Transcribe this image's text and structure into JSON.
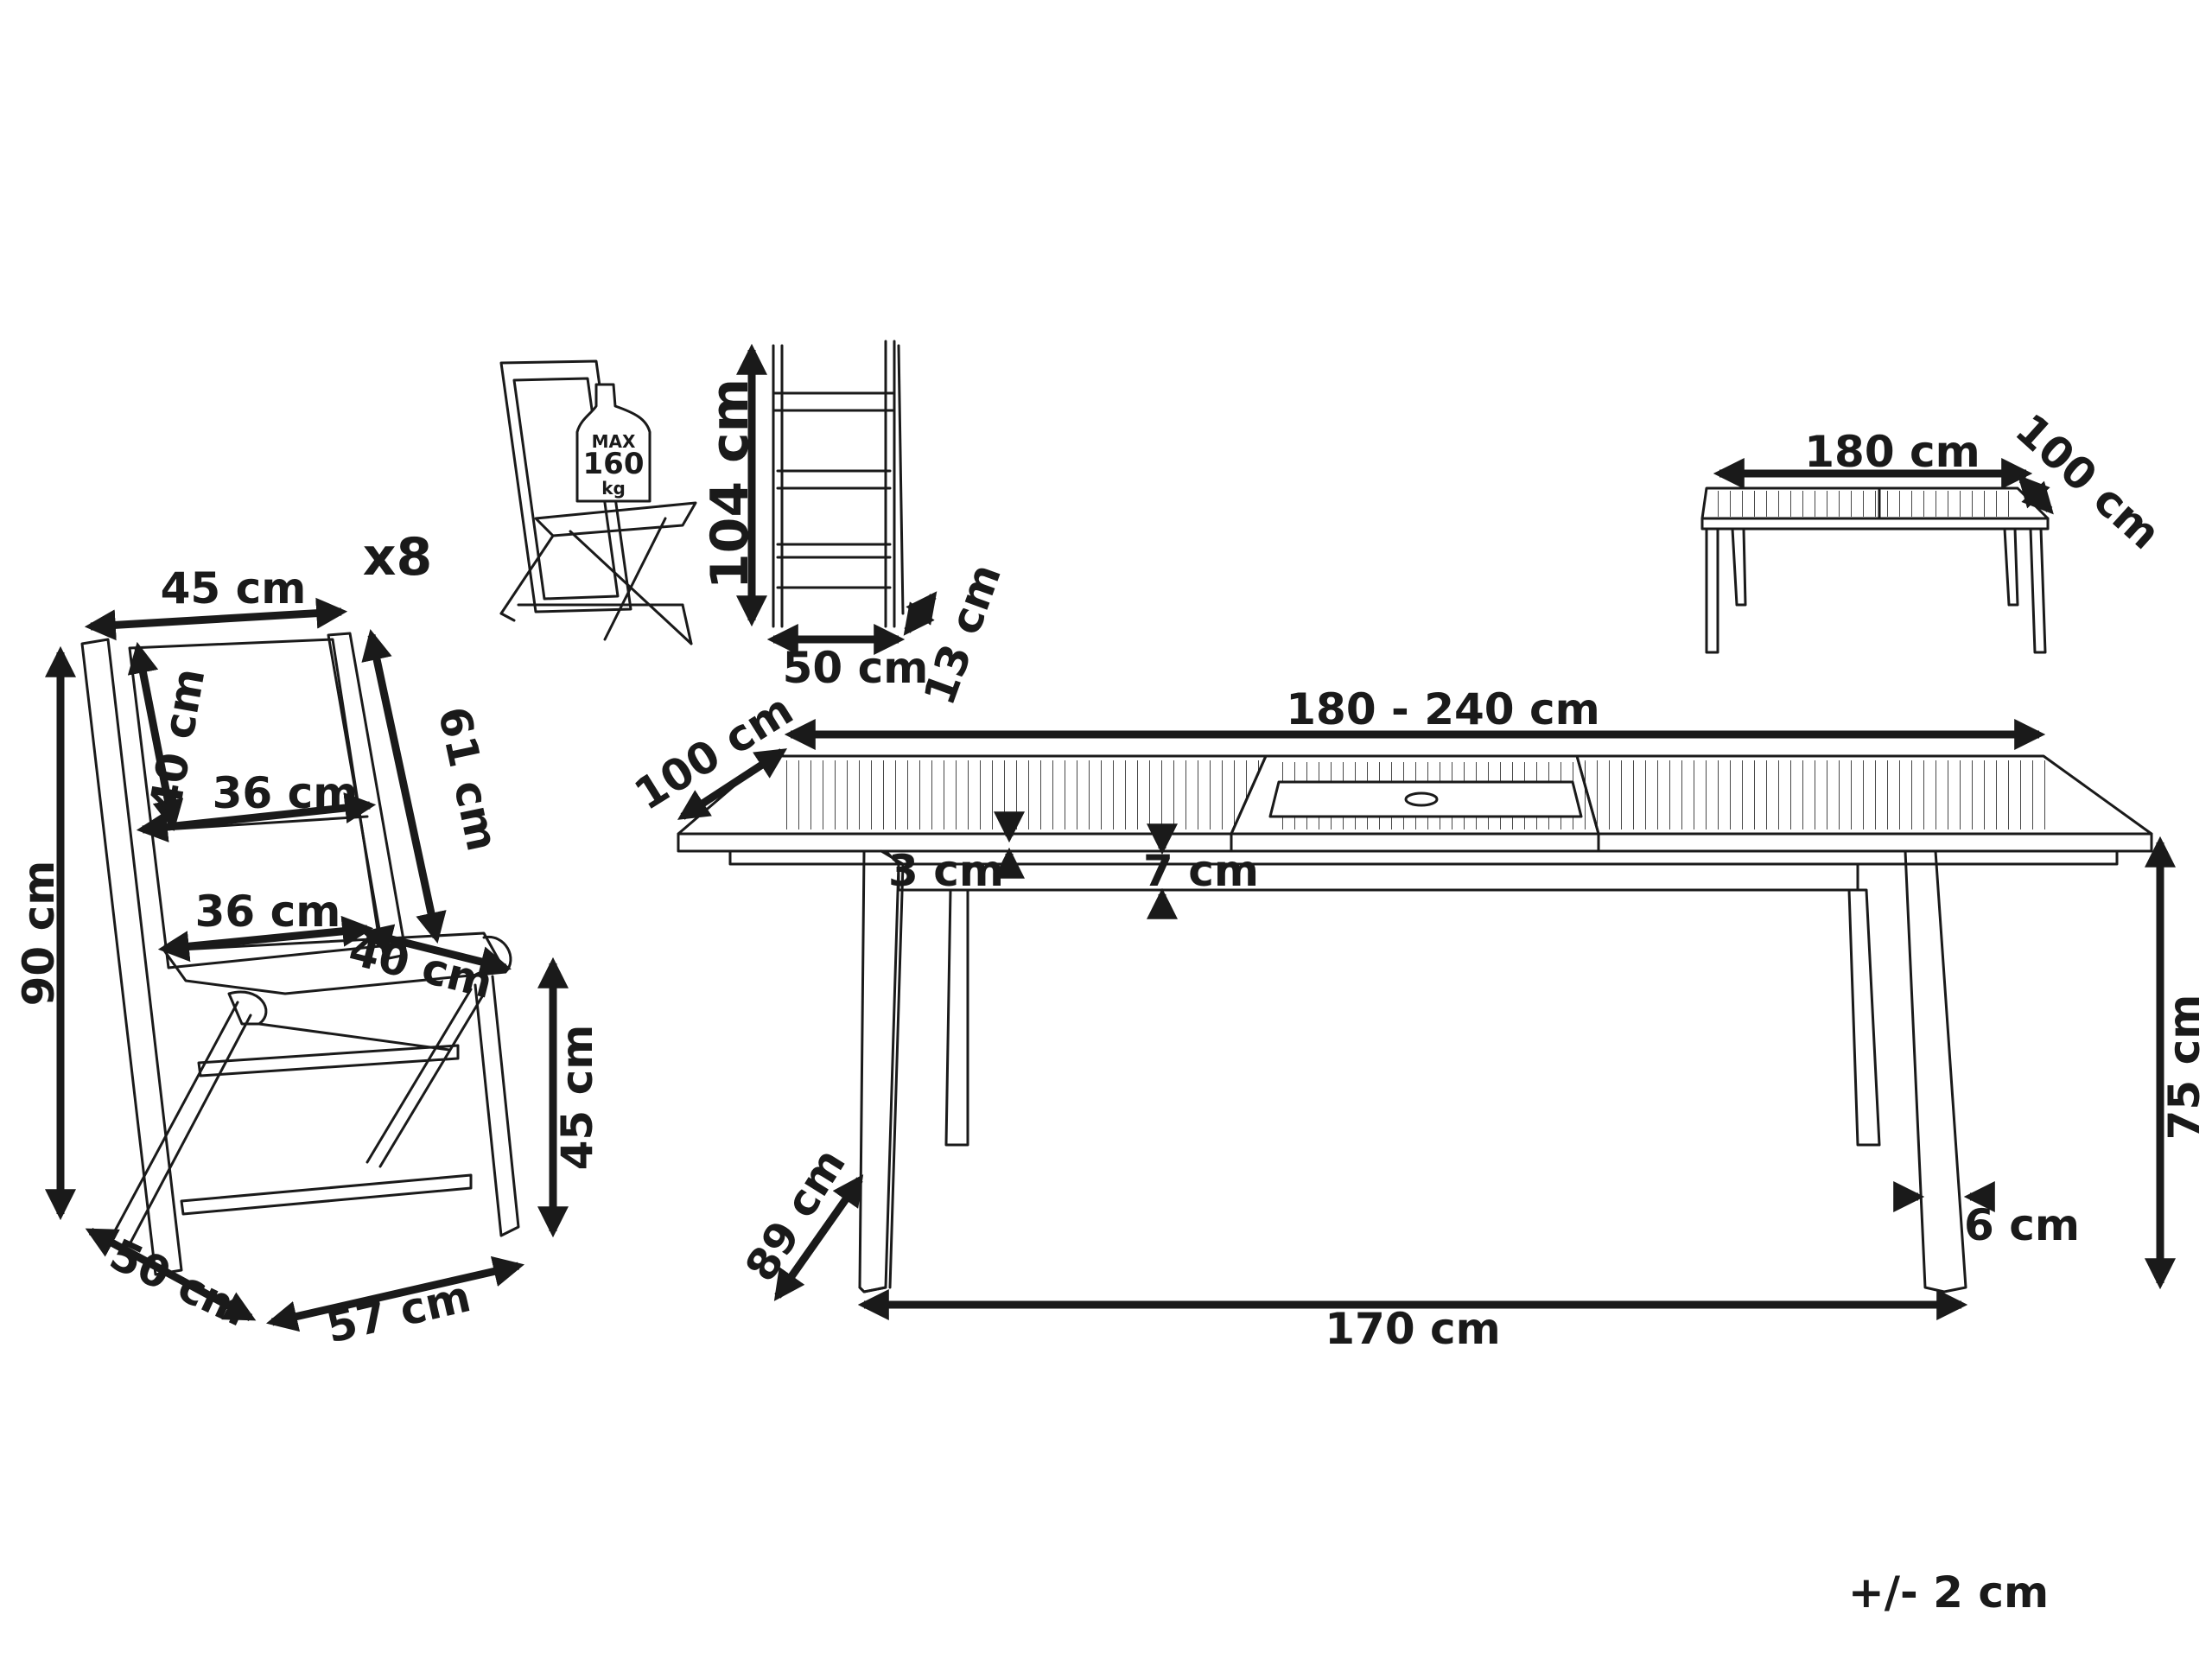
{
  "chair": {
    "quantity": "x8",
    "max_load": {
      "top": "MAX",
      "value": "160",
      "unit": "kg"
    },
    "dims": {
      "back_width": "45 cm",
      "back_panel_height": "40 cm",
      "back_inner_width": "36 cm",
      "back_height": "61 cm",
      "total_height": "90 cm",
      "seat_width": "36 cm",
      "seat_depth": "40 cm",
      "seat_height": "45 cm",
      "depth_diag": "50 cm",
      "depth_floor": "57 cm"
    },
    "folded": {
      "height": "104 cm",
      "width": "50 cm",
      "thickness": "13 cm"
    }
  },
  "table": {
    "closed": {
      "length": "180 cm",
      "width": "100 cm"
    },
    "extended": {
      "length": "180 - 240 cm",
      "width": "100 cm",
      "top_thickness": "3 cm",
      "apron": "7 cm",
      "height": "75 cm",
      "leg_width": "6 cm",
      "leg_span_depth": "89 cm",
      "leg_span_length": "170 cm"
    }
  },
  "tolerance": "+/- 2 cm"
}
